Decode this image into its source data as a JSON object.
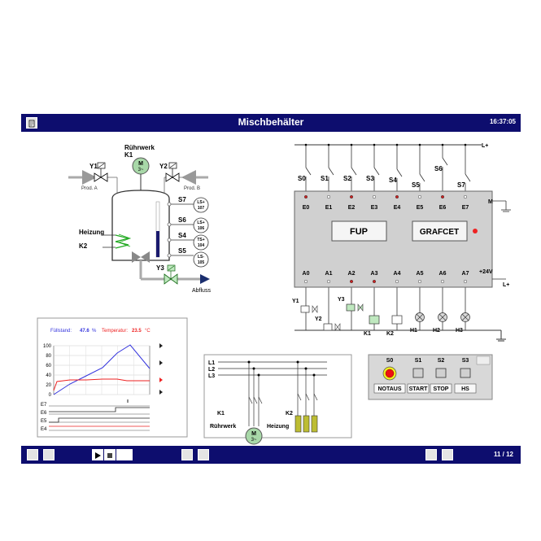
{
  "window": {
    "title": "Mischbehälter",
    "time": "16:37:05",
    "page": "11 / 12"
  },
  "tank": {
    "agitator": "Rührwerk",
    "agitator_tag": "K1",
    "motor_symbol": "M",
    "motor_phase": "3~",
    "valve_y1": "Y1",
    "valve_y2": "Y2",
    "valve_y3": "Y3",
    "inlet_a": "Prod. A",
    "inlet_b": "Prod. B",
    "heater": "Heizung",
    "heater_tag": "K2",
    "outlet": "Abfluss",
    "sensors": [
      {
        "tag": "S7",
        "line1": "LS+",
        "line2": "107"
      },
      {
        "tag": "S6",
        "line1": "LS+",
        "line2": "106"
      },
      {
        "tag": "S4",
        "line1": "TS+",
        "line2": "104"
      },
      {
        "tag": "S5",
        "line1": "LS-",
        "line2": "105"
      }
    ]
  },
  "plc": {
    "supply_top": "L+",
    "supply_bottom": "L+",
    "ground": "M",
    "voltage": "+24V",
    "switches": [
      "S0",
      "S1",
      "S2",
      "S3",
      "S4",
      "S5",
      "S6",
      "S7"
    ],
    "inputs": [
      "E0",
      "E1",
      "E2",
      "E3",
      "E4",
      "E5",
      "E6",
      "E7"
    ],
    "outputs": [
      "A0",
      "A1",
      "A2",
      "A3",
      "A4",
      "A5",
      "A6",
      "A7"
    ],
    "btn_fup": "FUP",
    "btn_grafcet": "GRAFCET",
    "actuators": [
      "Y1",
      "Y2",
      "Y3",
      "K1",
      "K2",
      "H1",
      "H2",
      "H3"
    ]
  },
  "trend": {
    "level_label": "Füllstand:",
    "level_value": "47.6",
    "level_unit": "%",
    "temp_label": "Temperatur:",
    "temp_value": "23.5",
    "temp_unit": "°C",
    "level_color": "#3333dd",
    "temp_color": "#ee2222",
    "yticks": [
      "100",
      "80",
      "60",
      "40",
      "20",
      "0"
    ],
    "digital_labels": [
      "E7",
      "E6",
      "E5",
      "E4"
    ]
  },
  "circuit": {
    "phases": [
      "L1",
      "L2",
      "L3"
    ],
    "k1": "K1",
    "k2": "K2",
    "motor_label": "Rührwerk",
    "heater_label": "Heizung",
    "motor_symbol": "M",
    "motor_phase": "3~"
  },
  "panel": {
    "tags": [
      "S0",
      "S1",
      "S2",
      "S3"
    ],
    "labels": [
      "NOTAUS",
      "START",
      "STOP",
      "HS"
    ]
  }
}
